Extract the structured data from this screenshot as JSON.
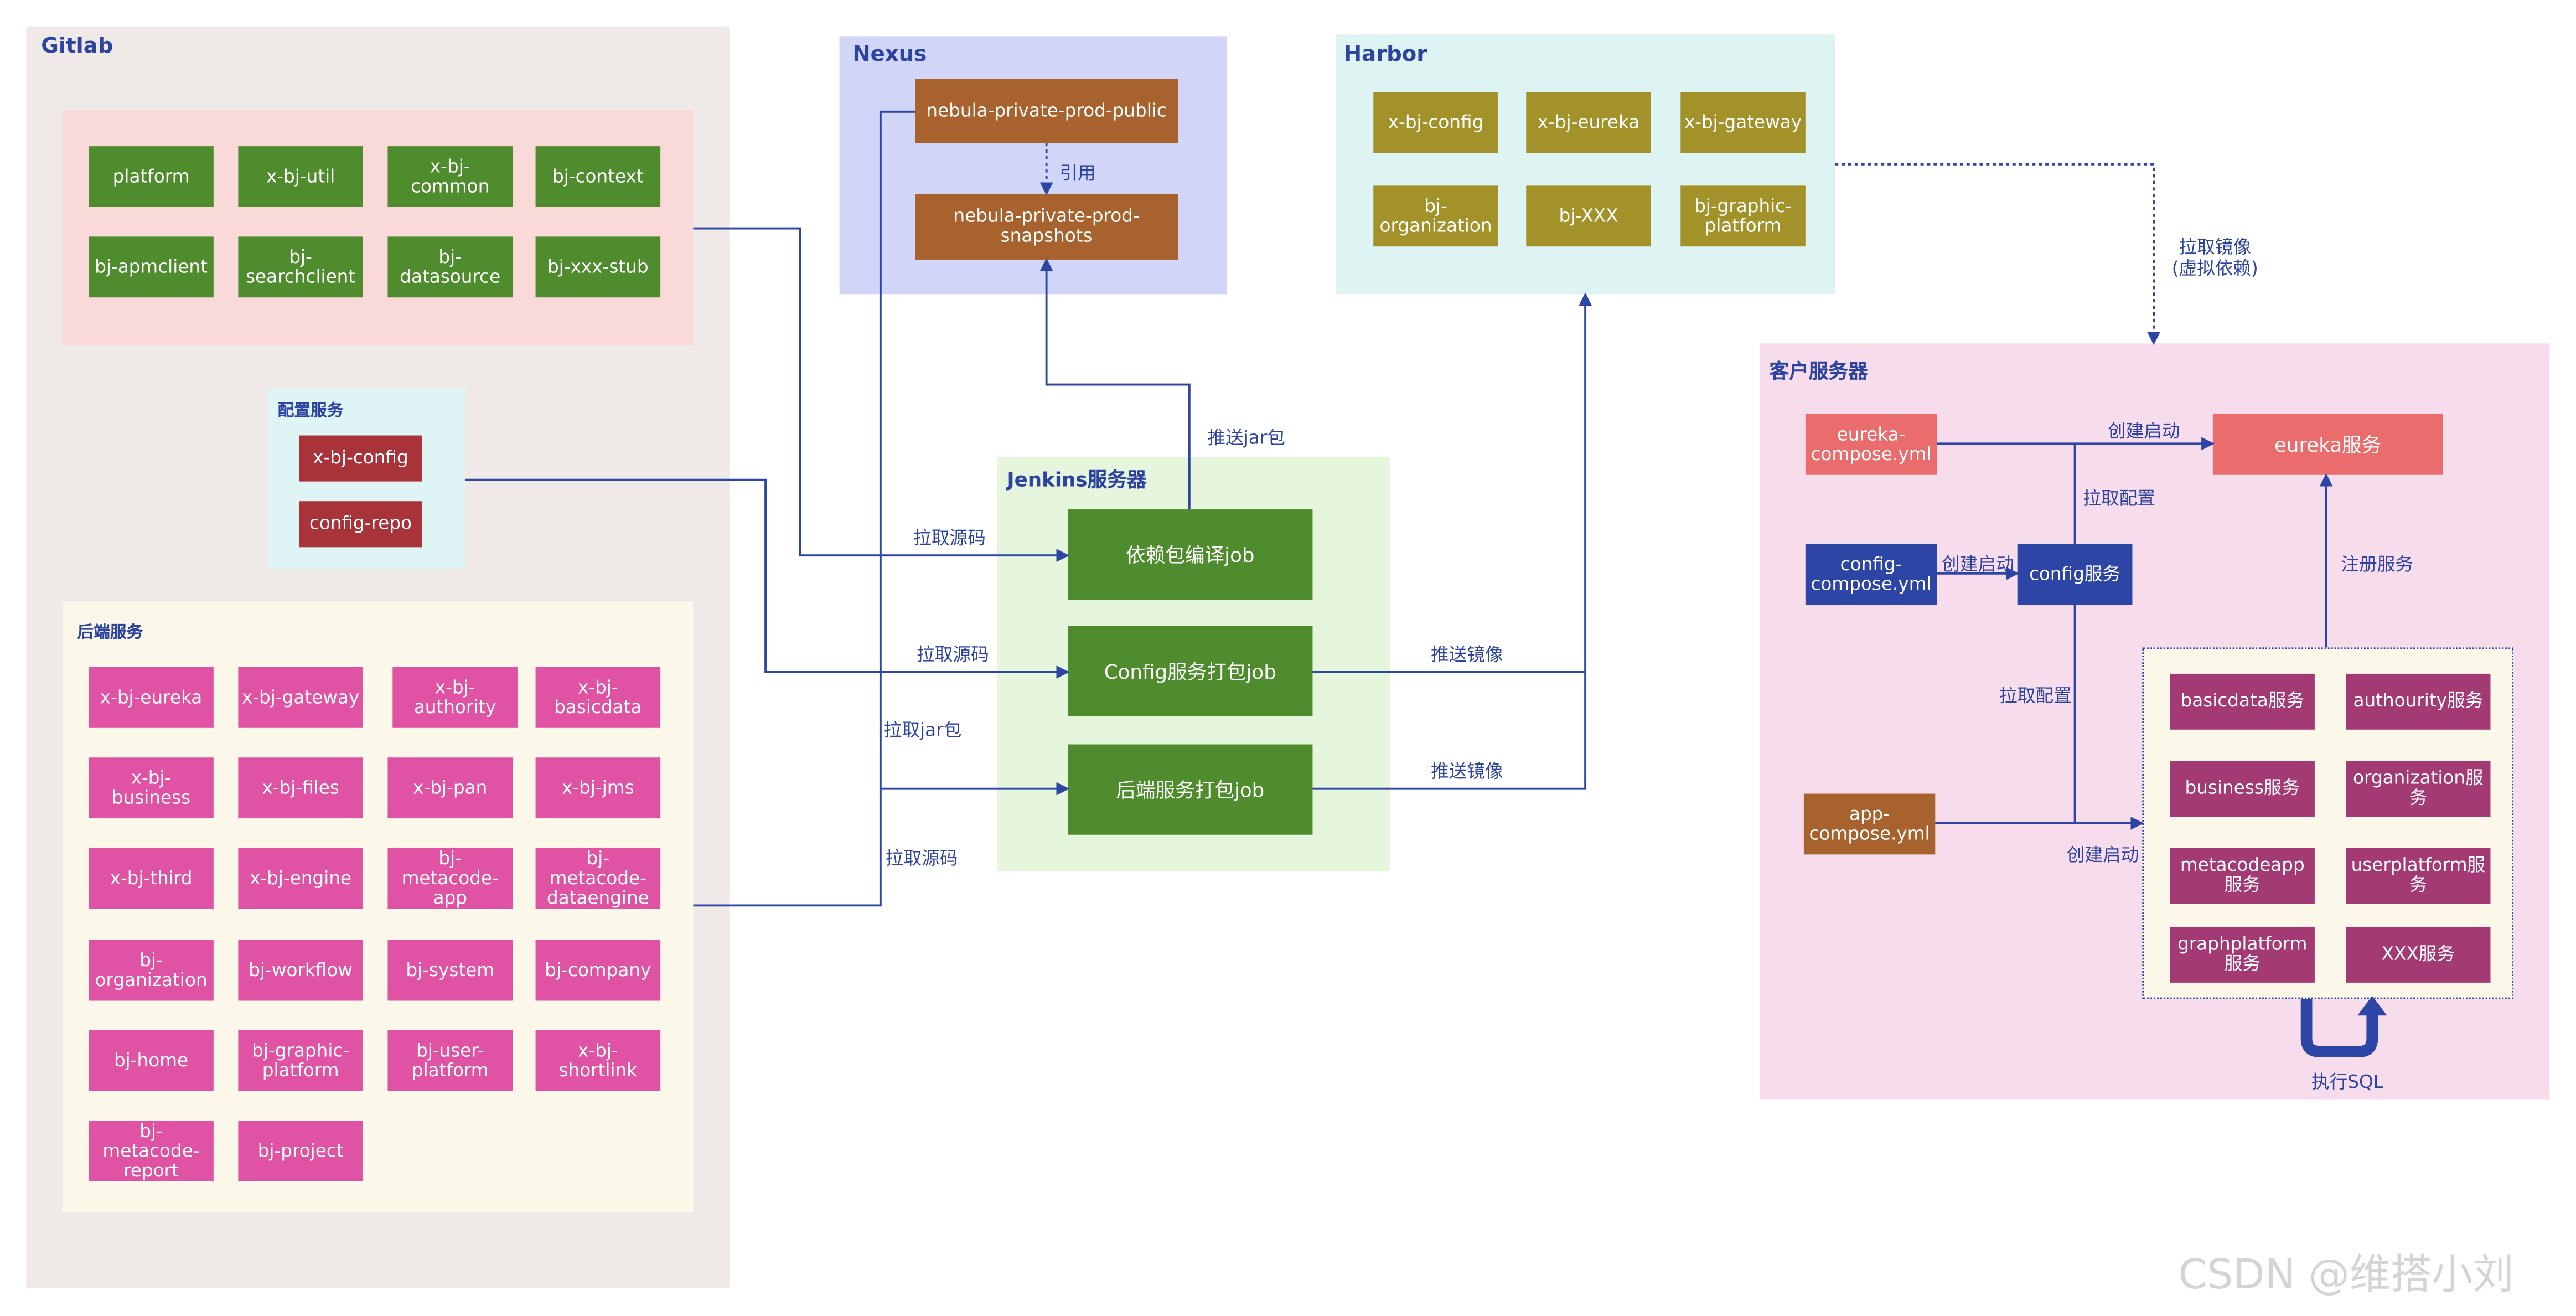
{
  "gitlab": {
    "title": "Gitlab",
    "libs": [
      "platform",
      "x-bj-util",
      "x-bj-common",
      "bj-context",
      "bj-apmclient",
      "bj-searchclient",
      "bj-datasource",
      "bj-xxx-stub"
    ],
    "config_group": {
      "title": "配置服务",
      "items": [
        "x-bj-config",
        "config-repo"
      ]
    },
    "backend_group": {
      "title": "后端服务",
      "items": [
        "x-bj-eureka",
        "x-bj-gateway",
        "x-bj-authority",
        "x-bj-basicdata",
        "x-bj-business",
        "x-bj-files",
        "x-bj-pan",
        "x-bj-jms",
        "x-bj-third",
        "x-bj-engine",
        "bj-metacode-app",
        "bj-metacode-dataengine",
        "bj-organization",
        "bj-workflow",
        "bj-system",
        "bj-company",
        "bj-home",
        "bj-graphic-platform",
        "bj-user-platform",
        "x-bj-shortlink",
        "bj-metacode-report",
        "bj-project"
      ]
    }
  },
  "nexus": {
    "title": "Nexus",
    "public": "nebula-private-prod-public",
    "snapshots": "nebula-private-prod-snapshots",
    "ref_label": "引用"
  },
  "harbor": {
    "title": "Harbor",
    "items": [
      "x-bj-config",
      "x-bj-eureka",
      "x-bj-gateway",
      "bj-organization",
      "bj-XXX",
      "bj-graphic-platform"
    ]
  },
  "jenkins": {
    "title": "Jenkins服务器",
    "jobs": [
      "依赖包编译job",
      "Config服务打包job",
      "后端服务打包job"
    ]
  },
  "customer": {
    "title": "客户服务器",
    "eureka_compose": "eureka-compose.yml",
    "config_compose": "config-compose.yml",
    "app_compose": "app-compose.yml",
    "eureka_service": "eureka服务",
    "config_service": "config服务",
    "services": [
      "basicdata服务",
      "authourity服务",
      "business服务",
      "organization服务",
      "metacodeapp服务",
      "userplatform服务",
      "graphplatform服务",
      "XXX服务"
    ],
    "exec_sql": "执行SQL"
  },
  "edge_labels": {
    "push_jar": "推送jar包",
    "pull_source_1": "拉取源码",
    "pull_source_2": "拉取源码",
    "pull_source_3": "拉取源码",
    "pull_jar": "拉取jar包",
    "push_image_1": "推送镜像",
    "push_image_2": "推送镜像",
    "pull_image": "拉取镜像\n(虚拟依赖)",
    "create_start_1": "创建启动",
    "create_start_2": "创建启动",
    "create_start_3": "创建启动",
    "pull_config_1": "拉取配置",
    "pull_config_2": "拉取配置",
    "register_service": "注册服务"
  },
  "watermark": "CSDN @维搭小刘",
  "colors": {
    "gitlab_bg": "#efe9e8",
    "libs_bg": "#f9dad8",
    "config_bg": "#dff4f4",
    "backend_bg": "#fbf8ea",
    "nexus_bg": "#d1d5f7",
    "harbor_bg": "#ddf4f3",
    "jenkins_bg": "#e6f6dc",
    "customer_bg": "#f7dcec",
    "line": "#2d45a4"
  }
}
